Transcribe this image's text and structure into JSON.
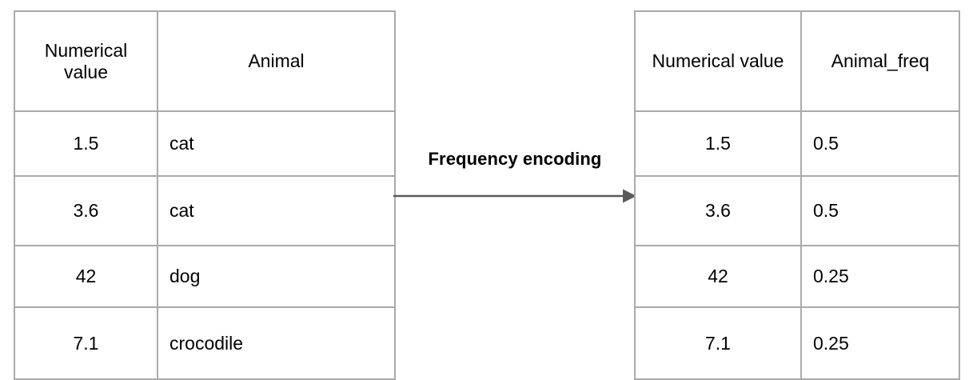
{
  "diagram": {
    "title_label": "Frequency encoding",
    "arrow": {
      "direction": "right",
      "color": "#595959",
      "name": "transformation-arrow"
    },
    "border_color": "#aaaaaa"
  },
  "source_table": {
    "name": "source-table",
    "headers": [
      "Numerical value",
      "Animal"
    ],
    "rows": [
      {
        "value": "1.5",
        "animal": "cat"
      },
      {
        "value": "3.6",
        "animal": "cat"
      },
      {
        "value": "42",
        "animal": "dog"
      },
      {
        "value": "7.1",
        "animal": "crocodile"
      }
    ]
  },
  "result_table": {
    "name": "result-table",
    "headers": [
      "Numerical value",
      "Animal_freq"
    ],
    "rows": [
      {
        "value": "1.5",
        "freq": "0.5"
      },
      {
        "value": "3.6",
        "freq": "0.5"
      },
      {
        "value": "42",
        "freq": "0.25"
      },
      {
        "value": "7.1",
        "freq": "0.25"
      }
    ]
  }
}
